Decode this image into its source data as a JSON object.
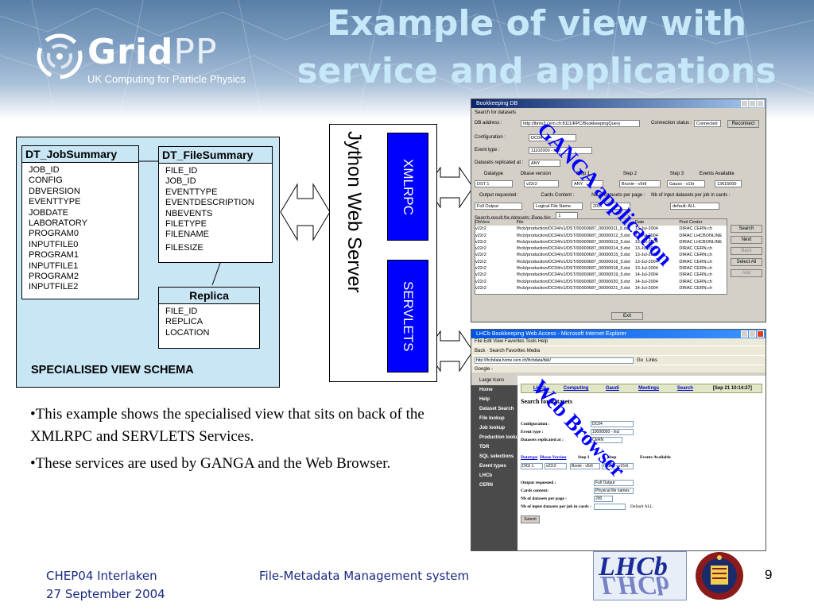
{
  "header": {
    "title_line1": "Example of view with",
    "title_line2": "service and applications",
    "logo_brand": "Grid",
    "logo_brand_suffix": "PP",
    "logo_subtitle": "UK Computing for Particle Physics"
  },
  "schema": {
    "job_summary": {
      "title": "DT_JobSummary",
      "fields": [
        "JOB_ID",
        "CONFIG",
        "DBVERSION",
        "EVENTTYPE",
        "JOBDATE",
        "LABORATORY",
        "PROGRAM0",
        "INPUTFILE0",
        "PROGRAM1",
        "INPUTFILE1",
        "PROGRAM2",
        "INPUTFILE2"
      ]
    },
    "file_summary": {
      "title": "DT_FileSummary",
      "fields": [
        "FILE_ID",
        "JOB_ID",
        "EVENTTYPE",
        "EVENTDESCRIPTION",
        "NBEVENTS",
        "FILETYPE",
        "FILENAME",
        "FILESIZE"
      ]
    },
    "replica": {
      "title": "Replica",
      "fields": [
        "FILE_ID",
        "REPLICA",
        "LOCATION"
      ]
    },
    "caption": "SPECIALISED VIEW SCHEMA"
  },
  "server": {
    "title": "Jython Web Server",
    "service1": "XMLRPC",
    "service2": "SERVLETS"
  },
  "bullets": [
    "•This example shows the specialised view that sits on back of the XMLRPC and SERVLETS Services.",
    "•These services are used by GANGA and the Web Browser."
  ],
  "overlays": {
    "ganga": "GANGA application",
    "web": "Web Browser"
  },
  "bookkeeping": {
    "window_title": "Bookkeeping DB",
    "search_label": "Search for datasets",
    "db_address_label": "DB address :",
    "db_address_value": "http://lbnts3.cern.ch:8111/RPC/BookkeepingQuery",
    "connection_label": "Connection status :",
    "connection_value": "Connected",
    "connect_button": "Reconnect",
    "configuration_label": "Configuration :",
    "configuration_value": "DC04",
    "event_type_label": "Event type :",
    "event_type_value": "11102000 - incl",
    "replicated_label": "Datasets replicated at :",
    "replicated_value": "ANY",
    "col_datatype": "Datatype",
    "col_dbase": "Dbase version",
    "col_step1": "Step 1",
    "col_step2": "Step 2",
    "col_step3": "Step 3",
    "col_events": "Events Available",
    "dst_value": "DST 1",
    "v_value": "v22r2",
    "any_value": "ANY",
    "brunel_value": "Brunie - v5r9",
    "gauss_value": "Gauss - v15r",
    "events_value": "13615000",
    "output_label": "Output requested :",
    "cards_label": "Cards Content :",
    "nb_page_label": "Nb of datasets per page :",
    "nb_job_label": "Nb of input datasets per job in cards :",
    "output_value": "Full Output",
    "cards_value": "Logical File Name",
    "page_value": "200",
    "default_value": "default: ALL",
    "result_label": "Search result for datasets: Page No:",
    "result_page": "1",
    "table_headers": [
      "DbVers",
      "File",
      "Date",
      "Pool Center"
    ],
    "table_rows": [
      [
        "v22r2",
        "/lhcb/production/DC04/v1/DST/00000687_00000011_5.dst",
        "13-Jul-2004",
        "DIRAC CERN.ch"
      ],
      [
        "v22r2",
        "/lhcb/production/DC04/v1/DST/00000687_00000012_5.dst",
        "13-Jul-2004",
        "DIRAC LHCBONLINE"
      ],
      [
        "v22r2",
        "/lhcb/production/DC04/v1/DST/00000687_00000013_5.dst",
        "13-Jul-2004",
        "DIRAC LHCBONLINE"
      ],
      [
        "v22r2",
        "/lhcb/production/DC04/v1/DST/00000687_00000014_5.dst",
        "13-Jul-2004",
        "DIRAC CERN.ch"
      ],
      [
        "v22r2",
        "/lhcb/production/DC04/v1/DST/00000687_00000015_5.dst",
        "13-Jul-2004",
        "DIRAC CERN.ch"
      ],
      [
        "v22r2",
        "/lhcb/production/DC04/v1/DST/00000687_00000016_5.dst",
        "13-Jul-2004",
        "DIRAC CERN.ch"
      ],
      [
        "v22r2",
        "/lhcb/production/DC04/v1/DST/00000687_00000018_5.dst",
        "13-Jul-2004",
        "DIRAC CERN.ch"
      ],
      [
        "v22r2",
        "/lhcb/production/DC04/v1/DST/00000687_00000019_5.dst",
        "14-Jul-2004",
        "DIRAC CERN.ch"
      ],
      [
        "v22r2",
        "/lhcb/production/DC04/v1/DST/00000687_00000020_5.dst",
        "14-Jul-2004",
        "DIRAC CERN.ch"
      ],
      [
        "v22r2",
        "/lhcb/production/DC04/v1/DST/00000687_00000021_5.dst",
        "14-Jul-2004",
        "DIRAC CERN.ch"
      ]
    ],
    "btn_search": "Search",
    "btn_next": "Next",
    "btn_back": "Back",
    "btn_select_all": "Select All",
    "btn_add": "Add",
    "btn_exit": "Exit"
  },
  "browser": {
    "window_title": "LHCb Bookkeeping Web Access - Microsoft Internet Explorer",
    "menu": "File   Edit   View   Favorites   Tools   Help",
    "toolbar": "Back  ·  Search   Favorites   Media",
    "address_value": "http://lhcbdata.home.cern.ch/lhcbdata/bkk/",
    "go_label": "Go",
    "links_label": "Links",
    "google_label": "Google -",
    "icons_tab": "Large Icons",
    "side_items": [
      "Home",
      "Help",
      "Dataset Search",
      "File lookup",
      "Job lookup",
      "Production lookup",
      "TDR",
      "SQL selections",
      "Event types",
      "LHCb",
      "CERN"
    ],
    "nav": [
      "LHCb",
      "Computing",
      "Gaudi",
      "Meetings",
      "Search"
    ],
    "nav_date": "[Sep 21 10:14:27]",
    "heading": "Search for datasets",
    "configuration_label": "Configuration :",
    "configuration_value": "DC04",
    "event_type_label": "Event type :",
    "event_type_value": "10000000 - incl",
    "replicated_label": "Datasets replicated at :",
    "replicated_value": "CERN",
    "datatype_label": "Datatype",
    "dbase_label": "Dbase Version",
    "step1_label": "Step 1",
    "step_label": "Step",
    "events_label": "Events Available",
    "dst_value": "DIGI 1",
    "v_value": "v22r2",
    "brunel_value": "Boole - v5r6",
    "gauss_value": "Gauss - v15r6",
    "output_label": "Output requested :",
    "output_value": "Full Output",
    "cards_label": "Cards content:",
    "cards_value": "Physical file names",
    "nb_page_label": "Nb of datasets per page :",
    "nb_page_value": "200",
    "nb_job_label": "Nb of input datasets per job in cards :",
    "default_label": "Default ALL",
    "submit": "Submit"
  },
  "footer": {
    "conference": "CHEP04 Interlaken",
    "date": "27 September 2004",
    "topic": "File-Metadata Management system",
    "page_number": "9",
    "lhcb_logo_text": "LHCb"
  },
  "colors": {
    "service_blue": "#0000ff",
    "schema_bg": "#c9e6f5",
    "title_color": "#c6e8f8",
    "footer_text": "#1a2a80"
  }
}
